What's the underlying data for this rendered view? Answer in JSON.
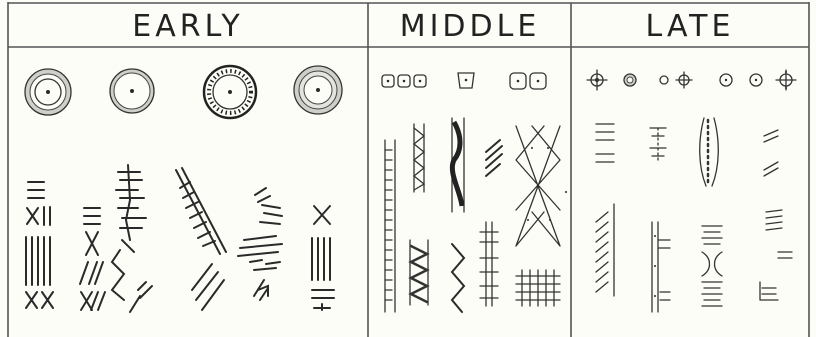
{
  "columns": [
    {
      "key": "early",
      "label": "EARLY"
    },
    {
      "key": "middle",
      "label": "MIDDLE"
    },
    {
      "key": "late",
      "label": "LATE"
    }
  ]
}
